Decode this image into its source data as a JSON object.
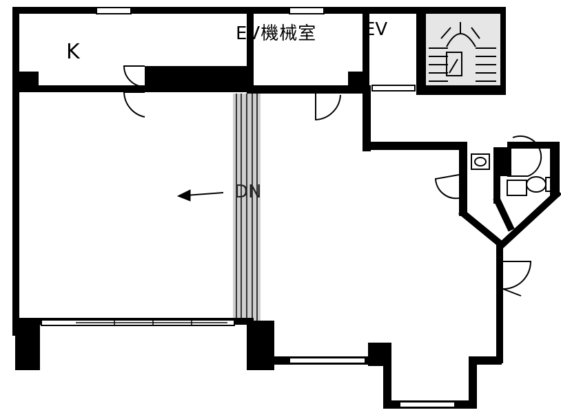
{
  "labels": {
    "kitchen": "K",
    "ev_machine_room": "EV機械室",
    "elevator": "EV",
    "down": "DN"
  },
  "colors": {
    "wall": "#000000",
    "stair_fill": "#bdbdbd",
    "stairwell_fill": "#e6e6e6",
    "background": "#ffffff"
  },
  "icons": [
    "arrow-left-icon",
    "toilet-icon",
    "washbasin-icon",
    "door-swing-icon",
    "window-icon",
    "spiral-stair-icon"
  ]
}
